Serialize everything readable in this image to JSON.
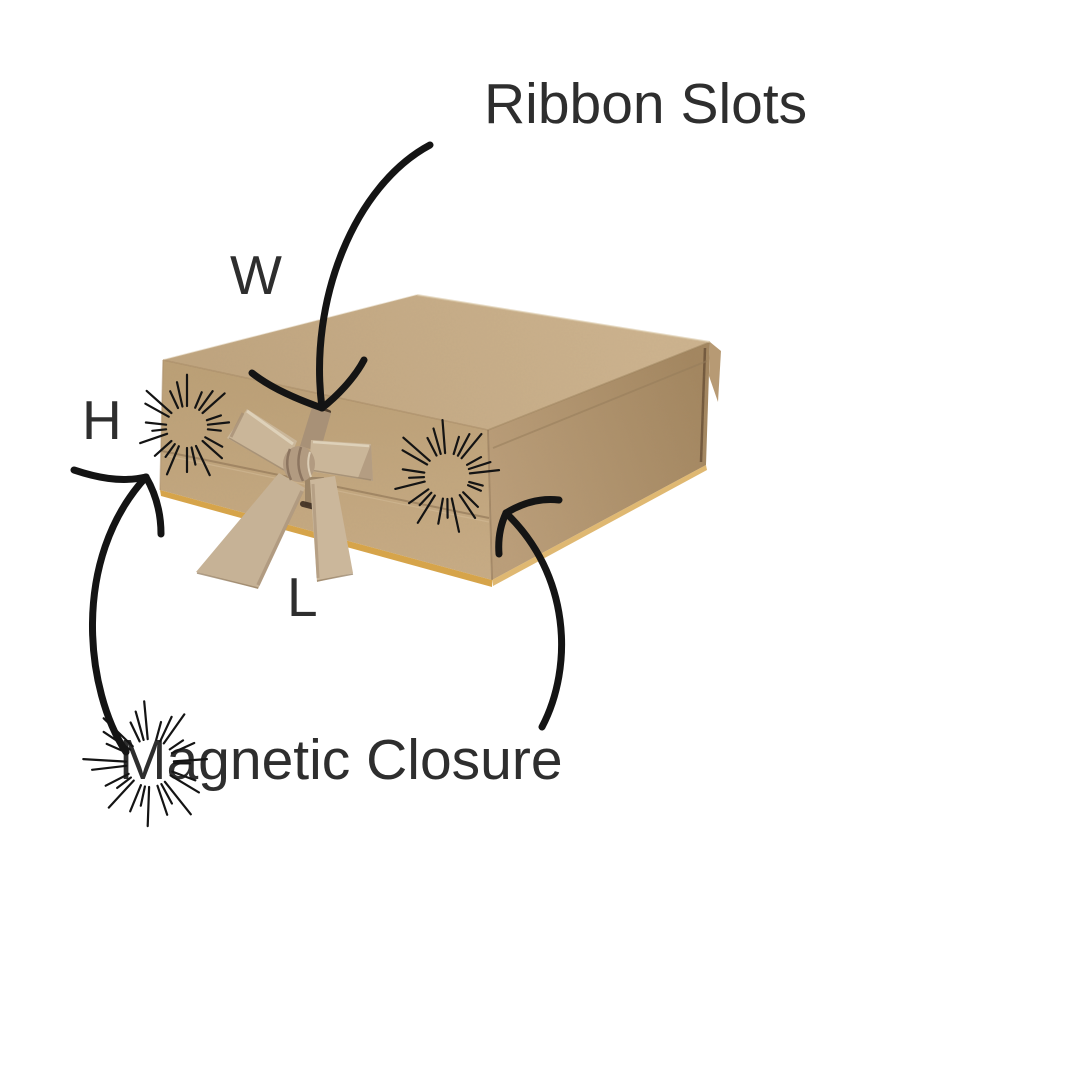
{
  "page": {
    "background": "#ffffff",
    "description": "Annotated diagram of a kraft magnetic gift box tied with a beige grosgrain ribbon bow"
  },
  "annotations": {
    "ribbon_slots": {
      "label": "Ribbon Slots"
    },
    "width": {
      "label": "W"
    },
    "height": {
      "label": "H"
    },
    "length": {
      "label": "L"
    },
    "magnetic_closure": {
      "label": "Magnetic Closure"
    }
  },
  "icons": {
    "ribbon_slots_arrow": "curved-arrow-icon",
    "magnetic_closure_left_arrow": "curved-arrow-icon",
    "magnetic_closure_right_arrow": "curved-arrow-icon",
    "starbursts": [
      "starburst-icon",
      "starburst-icon",
      "starburst-icon"
    ]
  },
  "colors": {
    "text": "#2e2e2e",
    "line": "#141414",
    "box_top": "#c0a57f",
    "box_top_light": "#cdb38e",
    "box_front": "#bca076",
    "box_front_light": "#c8ac85",
    "box_side": "#bb9e79",
    "box_side_dark": "#a3865f",
    "seam": "#967b59",
    "edge_gap": "#6d5339",
    "gold_edge": "#d29a36",
    "ribbon": "#cab699",
    "ribbon_light": "#e0d4bd",
    "ribbon_shadow": "#a89177",
    "knot": "#b29b81",
    "slot": "#3e2f22"
  }
}
